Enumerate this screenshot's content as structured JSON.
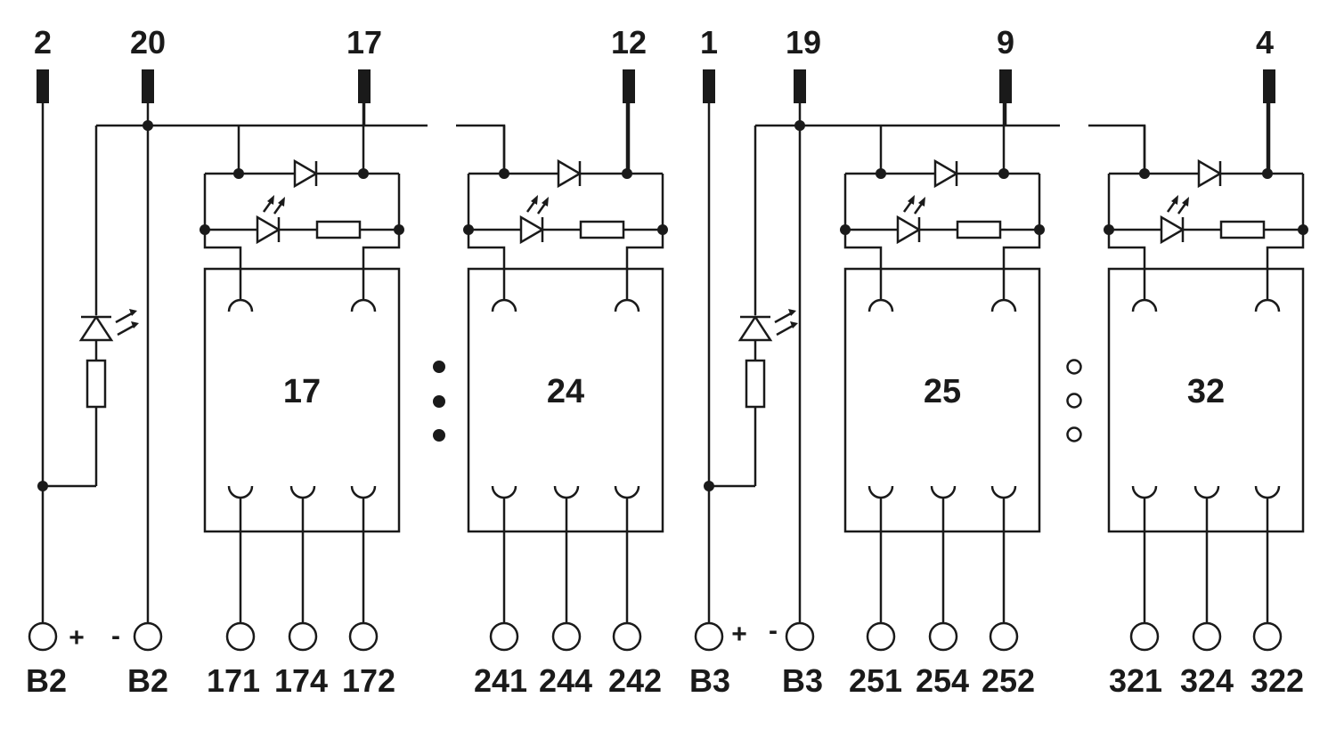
{
  "colors": {
    "stroke": "#1a1a1a",
    "background": "#ffffff"
  },
  "top_terminals": [
    "2",
    "20",
    "17",
    "12",
    "1",
    "19",
    "9",
    "4"
  ],
  "relays": [
    "17",
    "24",
    "25",
    "32"
  ],
  "bottom_labels": [
    "B2",
    "B2",
    "171",
    "174",
    "172",
    "241",
    "244",
    "242",
    "B3",
    "B3",
    "251",
    "254",
    "252",
    "321",
    "324",
    "322"
  ],
  "polarity": [
    "+",
    "-",
    "+",
    "-"
  ],
  "icons": [
    "diode-icon",
    "led-icon",
    "resistor-icon",
    "relay-coil-contact-icon",
    "terminal-icon"
  ]
}
